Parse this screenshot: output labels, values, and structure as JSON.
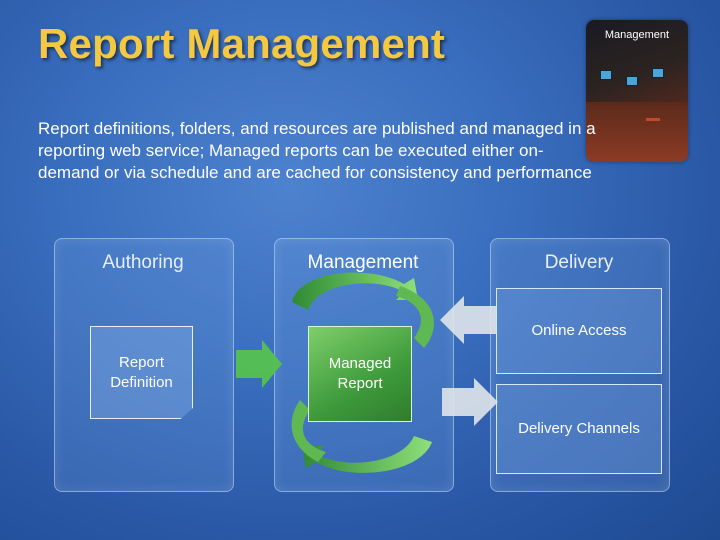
{
  "slide": {
    "title": "Report Management",
    "body": "Report definitions, folders, and resources are published and managed in a reporting web service;  Managed reports can be executed either on-demand or via schedule and are cached for consistency and performance"
  },
  "photo": {
    "label": "Management"
  },
  "panels": [
    {
      "title": "Authoring"
    },
    {
      "title": "Management"
    },
    {
      "title": "Delivery"
    }
  ],
  "boxes": {
    "report_definition": "Report Definition",
    "managed_report": "Managed Report",
    "online_access": "Online Access",
    "delivery_channels": "Delivery Channels"
  },
  "colors": {
    "title": "#f5c842",
    "arrow_green": "#4fbf4a",
    "arrow_grey": "#e0e4ea",
    "managed_box": "#3e9a3b"
  }
}
